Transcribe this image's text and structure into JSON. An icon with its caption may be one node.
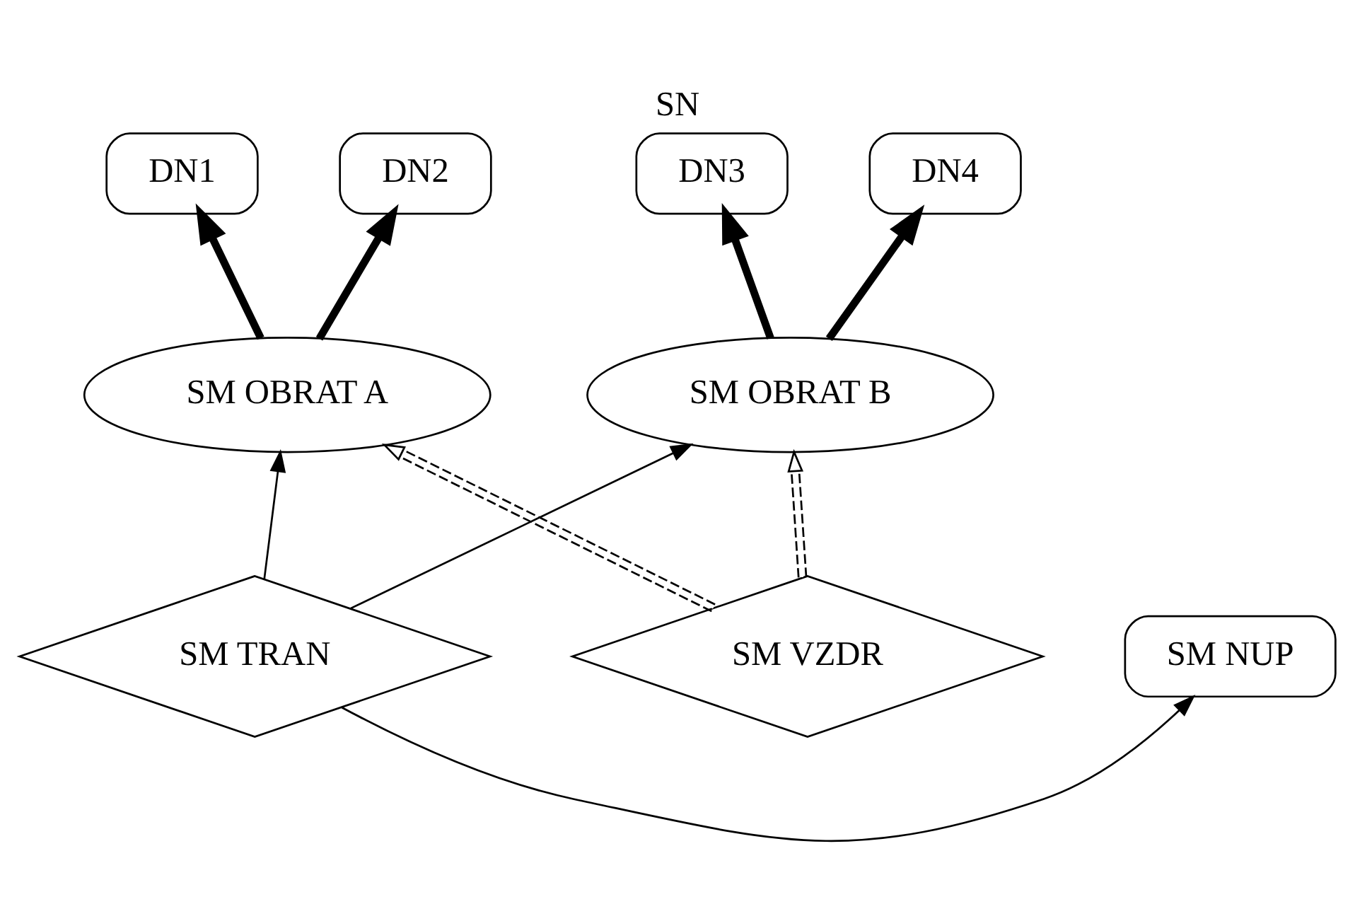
{
  "diagram": {
    "title": "SN",
    "nodes": [
      {
        "text": [
          "DN1"
        ]
      },
      {
        "text": [
          "DN2"
        ]
      },
      {
        "text": [
          "DN3"
        ]
      },
      {
        "text": [
          "DN4"
        ]
      },
      {
        "text": [
          "SM OBRAT A"
        ]
      },
      {
        "text": [
          "SM OBRAT B"
        ]
      },
      {
        "text": [
          "SM VZDR"
        ]
      },
      {
        "text": [
          "SM TRAN"
        ]
      },
      {
        "text": [
          "SM NUP"
        ]
      }
    ],
    "edges": [
      {
        "from": 4,
        "to": 0,
        "arrow": "to",
        "style": "thick"
      },
      {
        "from": 4,
        "to": 1,
        "arrow": "to",
        "style": "thick"
      },
      {
        "from": 5,
        "to": 2,
        "arrow": "to",
        "style": "thick"
      },
      {
        "from": 5,
        "to": 3,
        "arrow": "to",
        "style": "thick"
      },
      {
        "from": 6,
        "to": 4,
        "arrow": "to",
        "style": "dashed"
      },
      {
        "from": 6,
        "to": 5,
        "arrow": "to",
        "style": "dashed"
      },
      {
        "from": 7,
        "to": 4,
        "arrow": "to"
      },
      {
        "from": 7,
        "to": 5,
        "arrow": "to"
      },
      {
        "from": 7,
        "to": 8,
        "arrow": "to"
      }
    ]
  }
}
